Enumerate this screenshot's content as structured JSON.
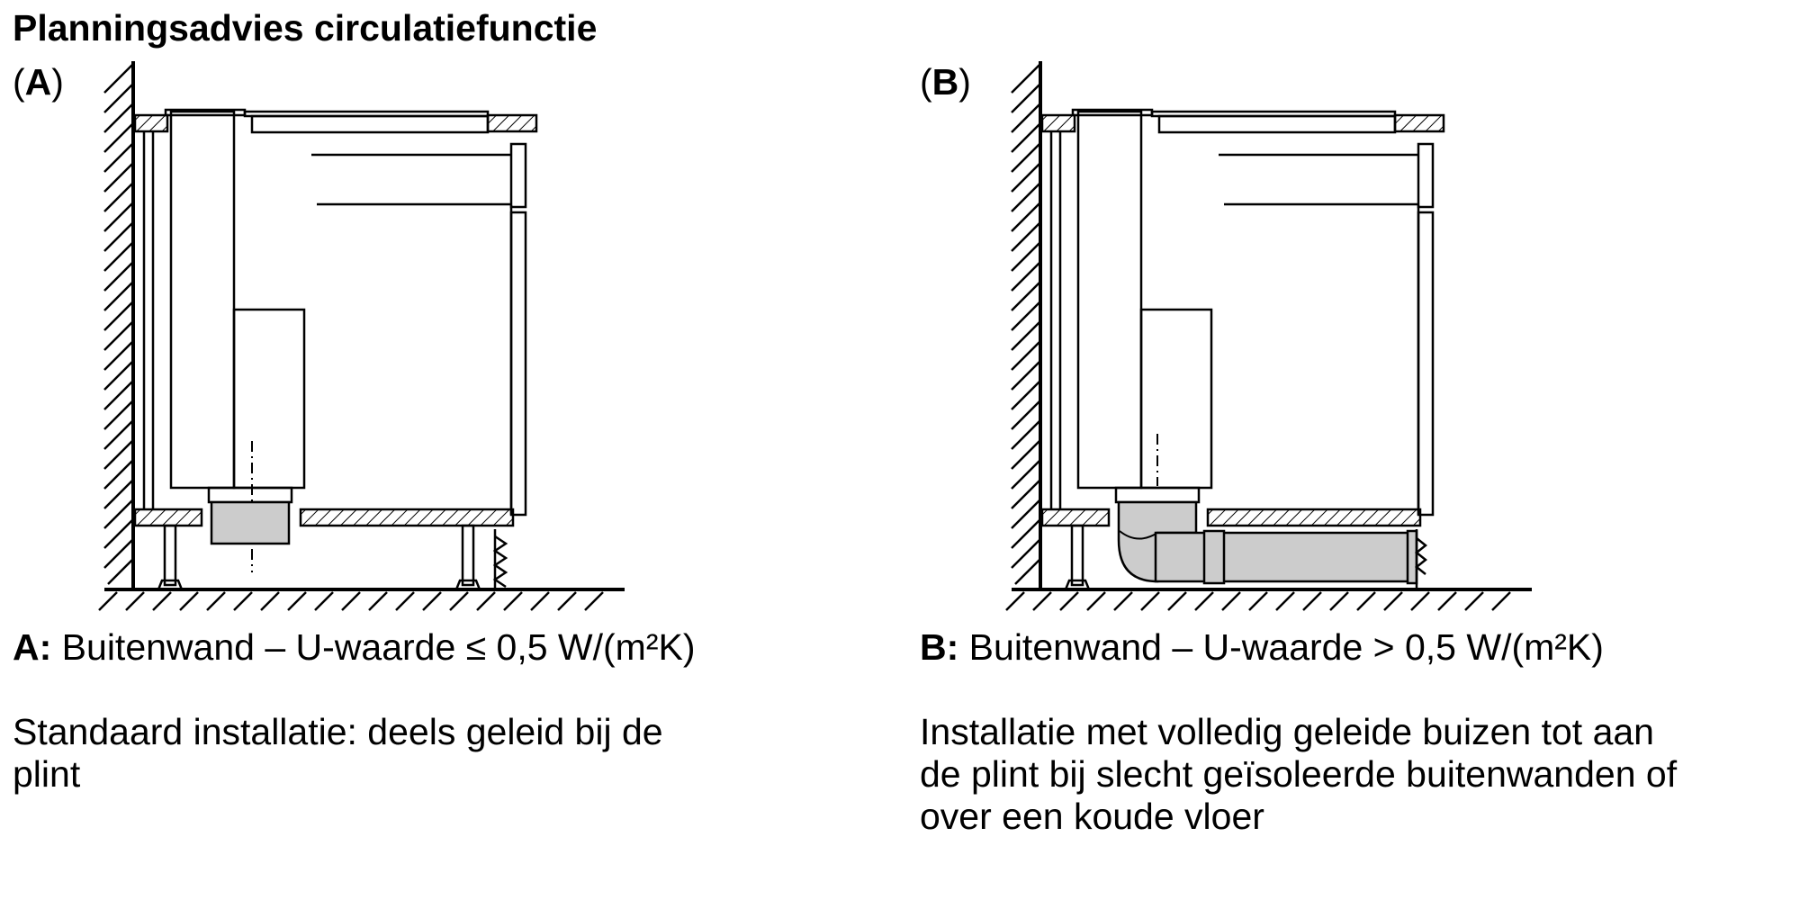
{
  "title": "Planningsadvies circulatiefunctie",
  "panels": [
    {
      "label_open": "(",
      "label_letter": "A",
      "label_close": ")",
      "caption_prefix": "A:",
      "caption_text": "Buitenwand – U-waarde ≤ 0,5 W/(m²K)",
      "description_lines": [
        "Standaard installatie: deels geleid bij de",
        "plint"
      ]
    },
    {
      "label_open": "(",
      "label_letter": "B",
      "label_close": ")",
      "caption_prefix": "B:",
      "caption_text": "Buitenwand – U-waarde > 0,5 W/(m²K)",
      "description_lines": [
        "Installatie met volledig geleide buizen tot aan",
        "de plint bij slecht geïsoleerde buitenwanden of",
        "over een koude vloer"
      ]
    }
  ],
  "colors": {
    "line": "#000000",
    "duct_fill": "#cccccc",
    "background": "#ffffff"
  }
}
